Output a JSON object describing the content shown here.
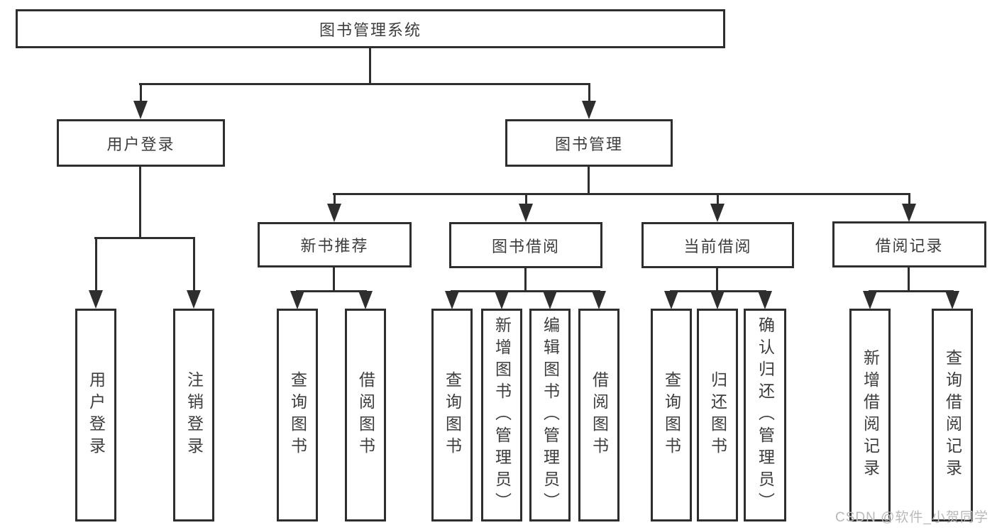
{
  "diagram_type": "tree",
  "title": "图书管理系统",
  "nodes": {
    "root": "图书管理系统",
    "user_login": "用户登录",
    "book_mgmt": "图书管理",
    "new_book_rec": "新书推荐",
    "book_borrow": "图书借阅",
    "current_borrow": "当前借阅",
    "borrow_records": "借阅记录",
    "leaf_user_login": "用户登录",
    "leaf_logout": "注销登录",
    "leaf_nbr_query": "查询图书",
    "leaf_nbr_borrow": "借阅图书",
    "leaf_bb_query": "查询图书",
    "leaf_bb_add": "新增图书（管理员）",
    "leaf_bb_edit": "编辑图书（管理员）",
    "leaf_bb_borrow": "借阅图书",
    "leaf_cb_query": "查询图书",
    "leaf_cb_return": "归还图书",
    "leaf_cb_confirm": "确认归还（管理员）",
    "leaf_br_add": "新增借阅记录",
    "leaf_br_query": "查询借阅记录"
  },
  "hierarchy": {
    "图书管理系统": {
      "用户登录": [
        "用户登录",
        "注销登录"
      ],
      "图书管理": {
        "新书推荐": [
          "查询图书",
          "借阅图书"
        ],
        "图书借阅": [
          "查询图书",
          "新增图书（管理员）",
          "编辑图书（管理员）",
          "借阅图书"
        ],
        "当前借阅": [
          "查询图书",
          "归还图书",
          "确认归还（管理员）"
        ],
        "借阅记录": [
          "新增借阅记录",
          "查询借阅记录"
        ]
      }
    }
  },
  "watermark": "CSDN @软件_小贺同学",
  "colors": {
    "line": "#2e2e2e",
    "text": "#3d3d3d",
    "background": "#ffffff",
    "watermark": "#b9b9b9"
  }
}
